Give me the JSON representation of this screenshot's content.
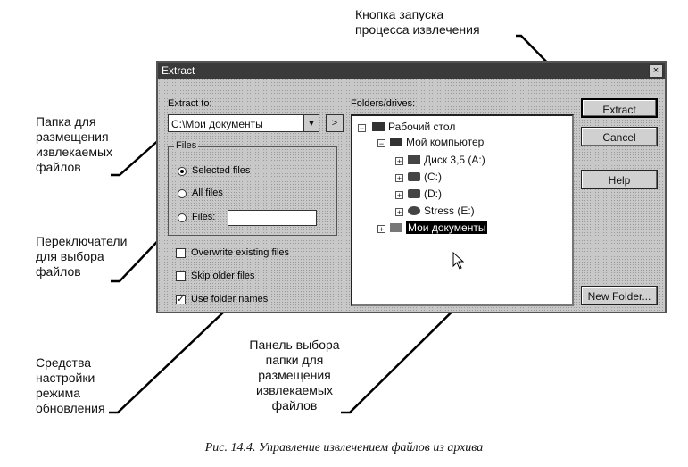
{
  "annotations": {
    "extract_button": [
      "Кнопка запуска",
      "процесса извлечения"
    ],
    "folder": [
      "Папка для",
      "размещения",
      "извлекаемых",
      "файлов"
    ],
    "radio_switches": [
      "Переключатели",
      "для выбора",
      "файлов"
    ],
    "update_options": [
      "Средства",
      "настройки",
      "режима",
      "обновления"
    ],
    "tree_panel": [
      "Панель выбора",
      "папки для",
      "размещения",
      "извлекаемых",
      "файлов"
    ]
  },
  "caption": "Рис. 14.4. Управление извлечением файлов из архива",
  "dialog": {
    "title": "Extract",
    "close_glyph": "×",
    "extract_to_label": "Extract to:",
    "extract_to_value": "C:\\Мои документы",
    "browse_glyph": ">",
    "files_group": {
      "title": "Files",
      "options": [
        {
          "label": "Selected files",
          "checked": true
        },
        {
          "label": "All files",
          "checked": false
        },
        {
          "label": "Files:",
          "checked": false
        }
      ]
    },
    "checkboxes": [
      {
        "label": "Overwrite existing files",
        "checked": false
      },
      {
        "label": "Skip older files",
        "checked": false
      },
      {
        "label": "Use folder names",
        "checked": true
      }
    ],
    "folders_label": "Folders/drives:",
    "tree": [
      {
        "label": "Рабочий стол",
        "expander": "−"
      },
      {
        "label": "Мой компьютер",
        "expander": "−"
      },
      {
        "label": "Диск 3,5 (A:)",
        "expander": "+"
      },
      {
        "label": "(C:)",
        "expander": "+"
      },
      {
        "label": "(D:)",
        "expander": "+"
      },
      {
        "label": "Stress (E:)",
        "expander": "+"
      },
      {
        "label": "Мои документы",
        "expander": "+"
      }
    ],
    "buttons": {
      "extract": "Extract",
      "cancel": "Cancel",
      "help": "Help",
      "new_folder": "New Folder..."
    }
  }
}
